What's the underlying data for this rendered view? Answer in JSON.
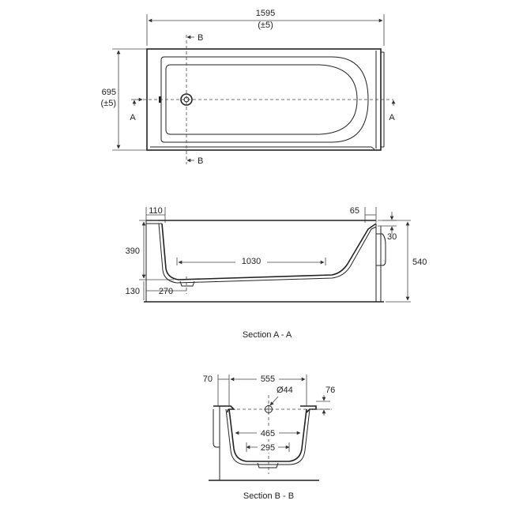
{
  "plan": {
    "length": "1595",
    "length_tol": "(±5)",
    "width": "695",
    "width_tol": "(±5)",
    "section_a_left": "A",
    "section_a_right": "A",
    "section_b_top": "B",
    "section_b_bottom": "B"
  },
  "section_a": {
    "dim_110": "110",
    "dim_65": "65",
    "dim_390": "390",
    "dim_1030": "1030",
    "dim_30": "30",
    "dim_540": "540",
    "dim_130": "130",
    "dim_270": "270",
    "caption": "Section A - A"
  },
  "section_b": {
    "dim_70": "70",
    "dim_555": "555",
    "dim_44": "Ø44",
    "dim_76": "76",
    "dim_465": "465",
    "dim_295": "295",
    "caption": "Section B - B"
  }
}
